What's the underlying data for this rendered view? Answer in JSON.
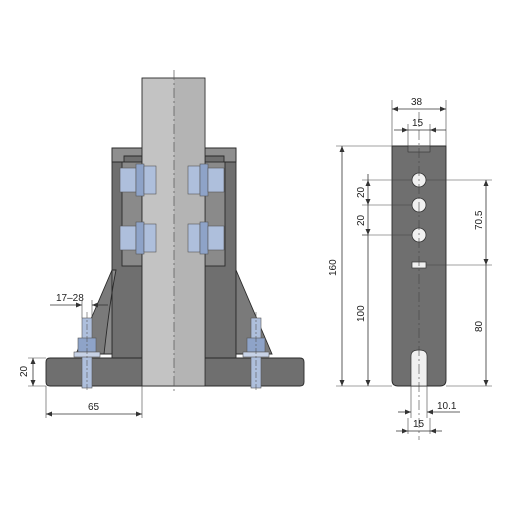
{
  "colors": {
    "body_dark": "#6f6f6f",
    "body_mid": "#8a8a8a",
    "post_light": "#c3c3c3",
    "post_shade": "#a9a9a9",
    "bolt_blue": "#aebfdc",
    "bolt_blue_dark": "#8ea3c8",
    "bracket_gray": "#8f8f8f",
    "background": "#ffffff"
  },
  "front_view": {
    "dimensions": {
      "bolt_range": "17–28",
      "base_height": "20",
      "base_width": "65"
    }
  },
  "side_view": {
    "dimensions": {
      "top_width": "38",
      "inner_width": "15",
      "hole_pitch_1": "20",
      "hole_pitch_2": "20",
      "upper_length": "70.5",
      "total_height": "160",
      "lower_length": "100",
      "slot_length": "80",
      "slot_offset": "10.1",
      "bottom_width": "15"
    }
  }
}
